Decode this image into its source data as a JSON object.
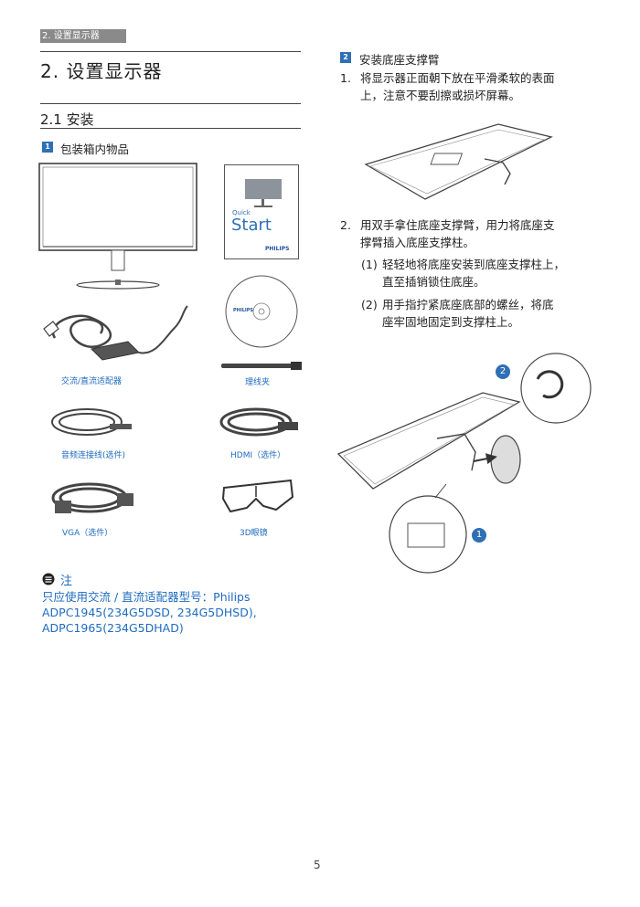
{
  "header_tab": "2. 设置显示器",
  "chapter_title": "2.  设置显示器",
  "section_title": "2.1  安装",
  "left": {
    "step_num": "1",
    "step_title": "包装箱内物品",
    "quick_start": {
      "word1": "Quick",
      "word2": "Start",
      "brand": "PHILIPS"
    },
    "cd": {
      "brand": "PHILIPS"
    },
    "captions": {
      "power": "交流/直流适配器",
      "cable_tie": "理线夹",
      "audio": "音频连接线(选件)",
      "hdmi": "HDMI（选件）",
      "vga": "VGA（选件）",
      "glasses": "3D眼镜"
    }
  },
  "note": {
    "title": "注",
    "lines": [
      "只应使用交流 / 直流适配器型号：Philips",
      "ADPC1945(234G5DSD, 234G5DHSD),",
      "ADPC1965(234G5DHAD)"
    ]
  },
  "right": {
    "step_num": "2",
    "step_title": "安装底座支撑臂",
    "item1": {
      "num": "1.",
      "line1": "将显示器正面朝下放在平滑柔软的表面",
      "line2": "上，注意不要刮擦或损坏屏幕。"
    },
    "item2": {
      "num": "2.",
      "line1": "用双手拿住底座支撑臂，用力将底座支",
      "line2": "撑臂插入底座支撑柱。"
    },
    "sub1": {
      "num": "(1)",
      "line1": "轻轻地将底座安装到底座支撑柱上，",
      "line2": "直至插销锁住底座。"
    },
    "sub2": {
      "num": "(2)",
      "line1": "用手指拧紧底座底部的螺丝，将底",
      "line2": "座牢固地固定到支撑柱上。"
    },
    "callout1": "1",
    "callout2": "2"
  },
  "page_number": "5"
}
